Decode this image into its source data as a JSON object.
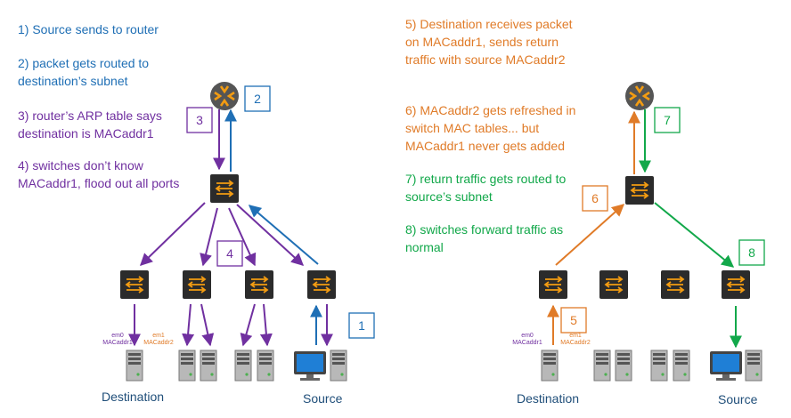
{
  "notes_left": [
    "1) Source sends to router",
    "2) packet gets routed to destination’s subnet",
    "3) router’s ARP table says destination is MACaddr1",
    "4) switches don’t know MACaddr1, flood out all ports"
  ],
  "notes_right": [
    "5) Destination receives packet on MACaddr1, sends return traffic with source MACaddr2",
    "6) MACaddr2 gets refreshed in switch MAC tables... but MACaddr1 never gets added",
    "7) return traffic gets routed to source’s subnet",
    "8) switches forward traffic as normal"
  ],
  "steps": [
    "1",
    "2",
    "3",
    "4",
    "5",
    "6",
    "7",
    "8"
  ],
  "labels": {
    "destination": "Destination",
    "source": "Source",
    "em0": "em0",
    "em1": "em1",
    "mac1": "MACaddr1",
    "mac2": "MACaddr2"
  },
  "colors": {
    "blue": "#1f6fb5",
    "purple": "#7030a0",
    "orange": "#e07b28",
    "green": "#12a84a",
    "router": "#555555",
    "switch": "#2b2b2b",
    "icon_accent": "#f39c12"
  },
  "icons": [
    "router-icon",
    "switch-icon",
    "server-icon",
    "workstation-icon"
  ]
}
